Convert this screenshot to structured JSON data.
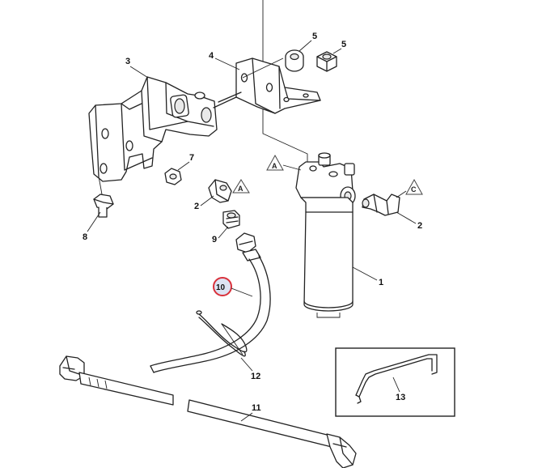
{
  "callouts": {
    "c1": "1",
    "c2a": "2",
    "c2b": "2",
    "c3": "3",
    "c4": "4",
    "c5a": "5",
    "c5b": "5",
    "c7": "7",
    "c8": "8",
    "c9": "9",
    "c10": "10",
    "c11": "11",
    "c12": "12",
    "c13": "13"
  },
  "markers": {
    "a1": "A",
    "a2": "A",
    "c": "C"
  },
  "colors": {
    "highlight_circle": "#d9303a",
    "highlight_fill": "#dde3f3"
  }
}
